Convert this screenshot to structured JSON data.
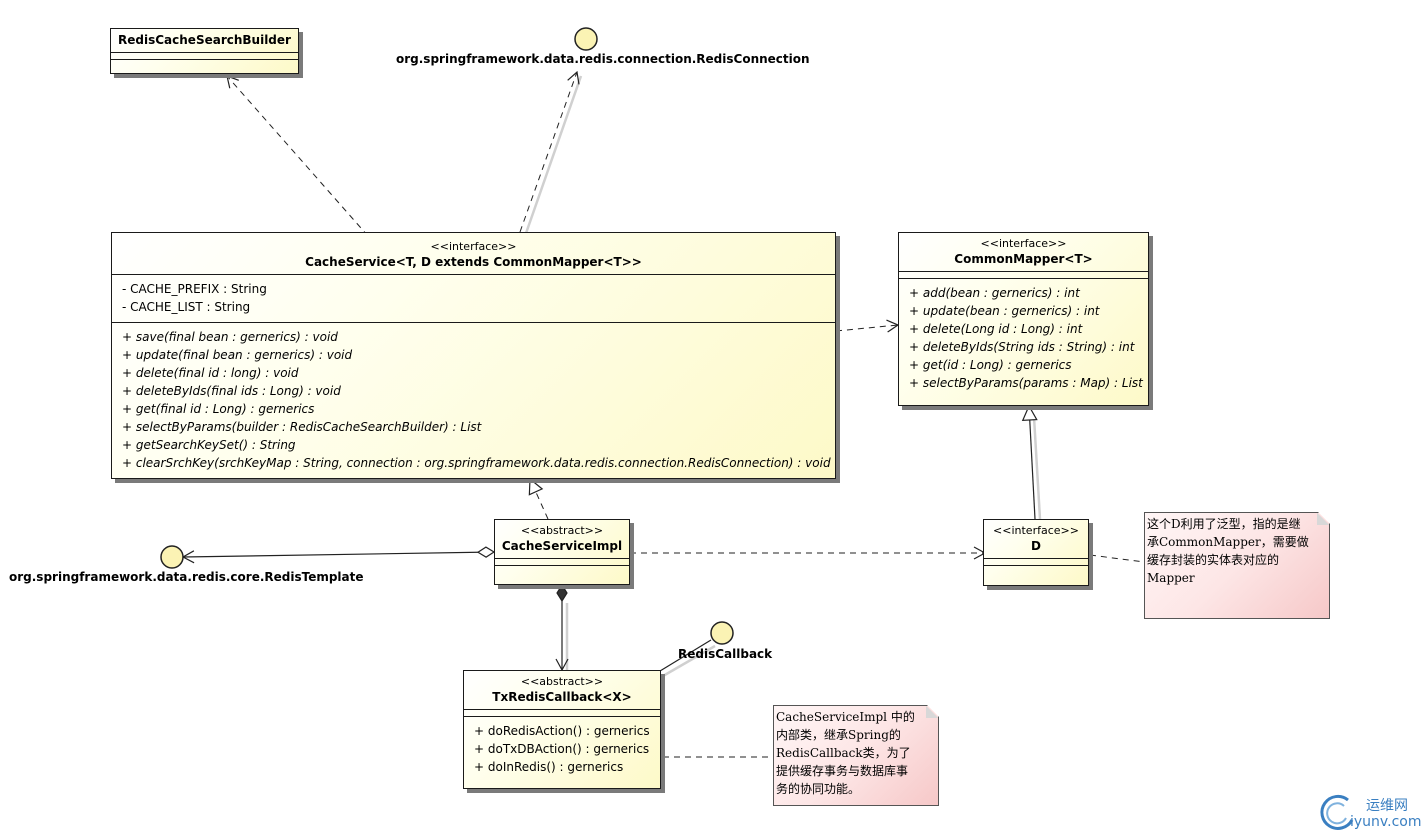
{
  "classes": {
    "redis_cache_search_builder": {
      "name": "RedisCacheSearchBuilder"
    },
    "cache_service": {
      "stereotype": "<<interface>>",
      "name": "CacheService<T, D extends CommonMapper<T>>",
      "attributes": [
        "- CACHE_PREFIX : String",
        "- CACHE_LIST : String"
      ],
      "operations": [
        "+ save(final bean : gernerics) : void",
        "+ update(final bean : gernerics) : void",
        "+ delete(final id : long) : void",
        "+ deleteByIds(final ids : Long) : void",
        "+ get(final id : Long) : gernerics",
        "+ selectByParams(builder : RedisCacheSearchBuilder) : List",
        "+ getSearchKeySet() : String",
        "+ clearSrchKey(srchKeyMap : String, connection : org.springframework.data.redis.connection.RedisConnection) : void"
      ]
    },
    "common_mapper": {
      "stereotype": "<<interface>>",
      "name": "CommonMapper<T>",
      "operations": [
        "+ add(bean : gernerics) : int",
        "+ update(bean : gernerics) : int",
        "+ delete(Long id : Long) : int",
        "+ deleteByIds(String ids : String) : int",
        "+ get(id : Long) : gernerics",
        "+ selectByParams(params : Map) : List"
      ]
    },
    "cache_service_impl": {
      "stereotype": "<<abstract>>",
      "name": "CacheServiceImpl"
    },
    "d": {
      "stereotype": "<<interface>>",
      "name": "D"
    },
    "tx_redis_callback": {
      "stereotype": "<<abstract>>",
      "name": "TxRedisCallback<X>",
      "operations": [
        "+ doRedisAction() : gernerics",
        "+ doTxDBAction() : gernerics",
        "+ doInRedis() : gernerics"
      ]
    }
  },
  "interfaces": {
    "redis_connection": "org.springframework.data.redis.connection.RedisConnection",
    "redis_template": "org.springframework.data.redis.core.RedisTemplate",
    "redis_callback": "RedisCallback"
  },
  "notes": {
    "d_note": [
      "这个D利用了泛型，指的是继",
      "承CommonMapper，需要做",
      "缓存封装的实体表对应的",
      "Mapper"
    ],
    "callback_note": [
      "CacheServiceImpl 中的",
      "内部类，继承Spring的",
      "RedisCallback类，为了",
      "提供缓存事务与数据库事",
      "务的协同功能。"
    ]
  },
  "watermark": {
    "cn": "运维网",
    "en": "iyunv.com"
  },
  "colors": {
    "class_fill": "#fdf9c8",
    "note_fill": "#f6c8c8",
    "interface_circle": "#fbf3b4",
    "watermark": "#3a7fc1"
  }
}
